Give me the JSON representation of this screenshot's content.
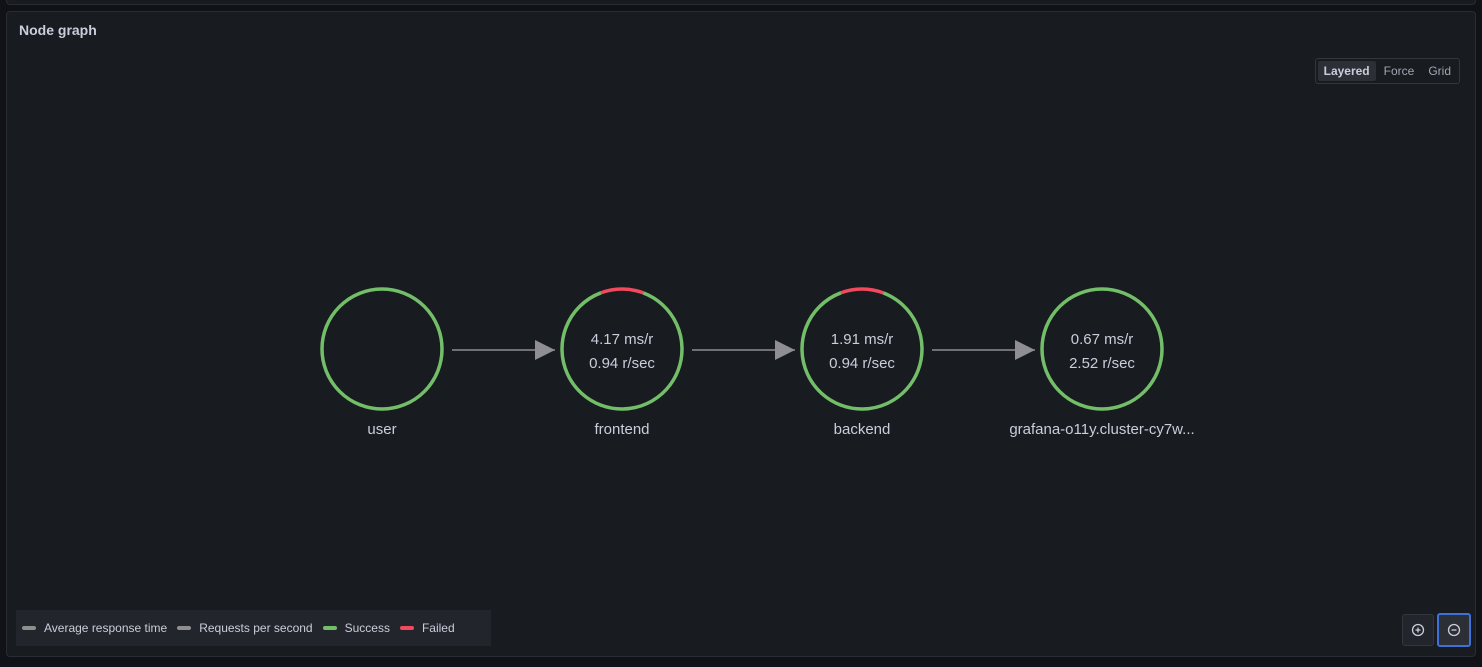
{
  "panel": {
    "title": "Node graph"
  },
  "layout_modes": [
    {
      "label": "Layered",
      "active": true
    },
    {
      "label": "Force",
      "active": false
    },
    {
      "label": "Grid",
      "active": false
    }
  ],
  "nodes": [
    {
      "id": "user",
      "label": "user",
      "line1": "",
      "line2": "",
      "success_fraction": 1.0
    },
    {
      "id": "frontend",
      "label": "frontend",
      "line1": "4.17 ms/r",
      "line2": "0.94 r/sec",
      "success_fraction": 0.885
    },
    {
      "id": "backend",
      "label": "backend",
      "line1": "1.91 ms/r",
      "line2": "0.94 r/sec",
      "success_fraction": 0.885
    },
    {
      "id": "grafana",
      "label": "grafana-o11y.cluster-cy7w...",
      "line1": "0.67 ms/r",
      "line2": "2.52 r/sec",
      "success_fraction": 1.0
    }
  ],
  "edges": [
    {
      "source": "user",
      "target": "frontend"
    },
    {
      "source": "frontend",
      "target": "backend"
    },
    {
      "source": "backend",
      "target": "grafana"
    }
  ],
  "legend": [
    {
      "label": "Average response time",
      "color": "#8e8e8e"
    },
    {
      "label": "Requests per second",
      "color": "#8e8e8e"
    },
    {
      "label": "Success",
      "color": "#73bf69"
    },
    {
      "label": "Failed",
      "color": "#f2495c"
    }
  ],
  "colors": {
    "success": "#73bf69",
    "failed": "#f2495c",
    "edge": "#8e8e93",
    "node_text": "#ccccdc"
  },
  "icons": {
    "zoom_in": "zoom-in-icon",
    "zoom_out": "zoom-out-icon"
  }
}
